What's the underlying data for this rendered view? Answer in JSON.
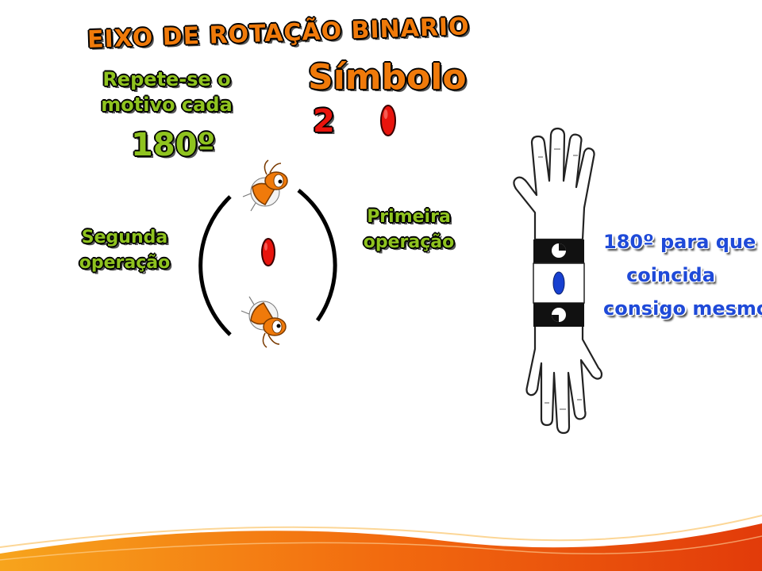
{
  "title": "EIXO DE ROTAÇÃO BINARIO",
  "repete": {
    "line1": "Repete-se o",
    "line2": "motivo cada"
  },
  "angle": "180º",
  "simbolo": {
    "title": "Símbolo",
    "number": "2"
  },
  "segunda": {
    "line1": "Segunda",
    "line2": "operação"
  },
  "primeira": {
    "line1": "Primeira",
    "line2": "operação"
  },
  "hand_note": {
    "line1": "180º para que",
    "line2": "coincida",
    "line3": "consigo mesmo"
  },
  "colors": {
    "title_orange": "#f07a0a",
    "label_green": "#8fc31f",
    "symbol_red": "#e8140d",
    "note_blue": "#1f4ad8",
    "band_black": "#111111",
    "lens_blue": "#1740d0"
  },
  "icons": [
    "ant-motif-icon",
    "twofold-axis-symbol-icon",
    "hand-icon"
  ]
}
